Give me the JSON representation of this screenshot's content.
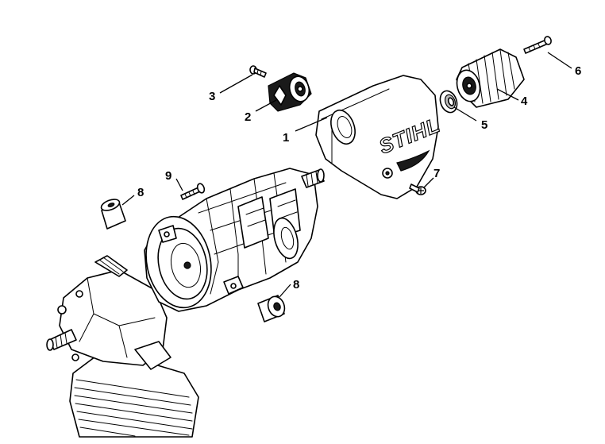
{
  "diagram": {
    "logo_text": "STIHL",
    "callouts": {
      "c1": "1",
      "c2": "2",
      "c3": "3",
      "c4": "4",
      "c5": "5",
      "c6": "6",
      "c7": "7",
      "c8a": "8",
      "c8b": "8",
      "c9": "9"
    }
  }
}
